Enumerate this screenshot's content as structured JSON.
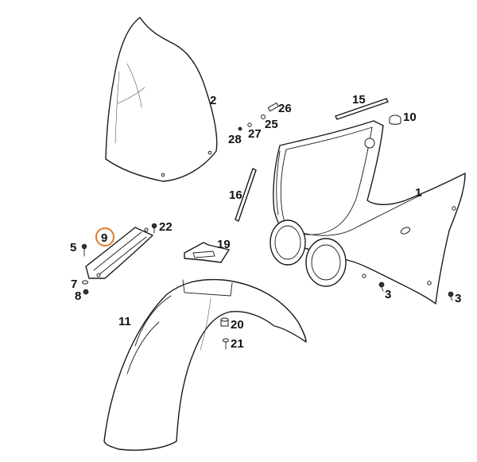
{
  "diagram": {
    "highlight_color": "#e07a2a",
    "highlighted_part": "9",
    "parts": [
      {
        "number": "1"
      },
      {
        "number": "2"
      },
      {
        "number": "3"
      },
      {
        "number": "3"
      },
      {
        "number": "5"
      },
      {
        "number": "7"
      },
      {
        "number": "8"
      },
      {
        "number": "9"
      },
      {
        "number": "10"
      },
      {
        "number": "11"
      },
      {
        "number": "15"
      },
      {
        "number": "16"
      },
      {
        "number": "19"
      },
      {
        "number": "20"
      },
      {
        "number": "21"
      },
      {
        "number": "22"
      },
      {
        "number": "25"
      },
      {
        "number": "26"
      },
      {
        "number": "27"
      },
      {
        "number": "28"
      }
    ]
  }
}
